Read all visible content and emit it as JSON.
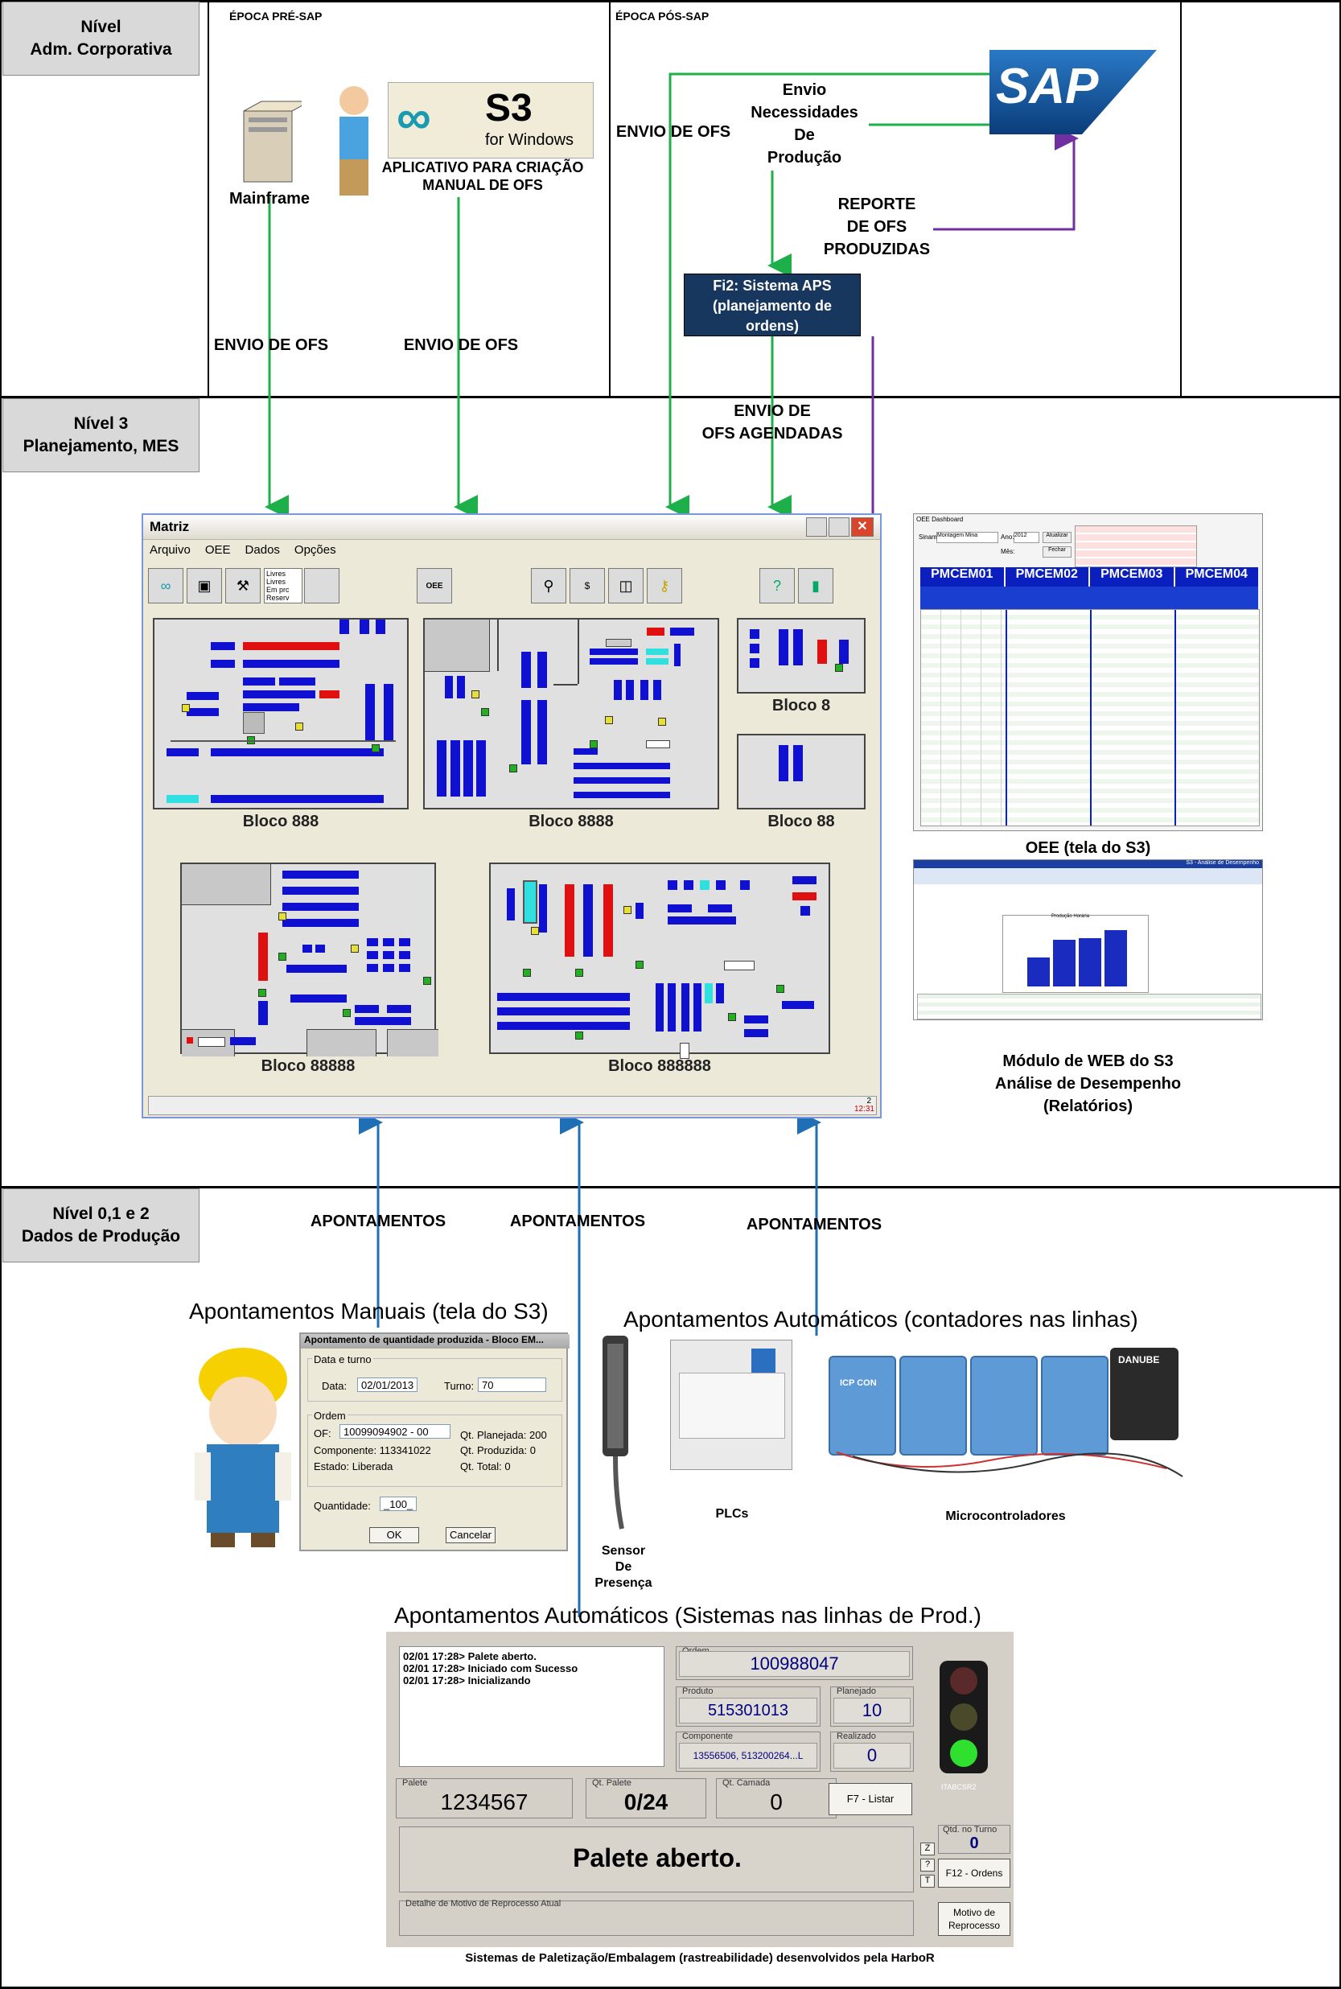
{
  "levels": {
    "corporate": "Nível\nAdm. Corporativa",
    "planning": "Nível 3\nPlanejamento, MES",
    "production": "Nível 0,1 e 2\nDados de Produção"
  },
  "eras": {
    "pre_sap": "ÉPOCA PRÉ-SAP",
    "post_sap": "ÉPOCA PÓS-SAP"
  },
  "top": {
    "mainframe": "Mainframe",
    "s3_logo": "S3",
    "s3_logo_sub": "for Windows",
    "s3_caption": "APLICATIVO PARA CRIAÇÃO\nMANUAL DE OFS",
    "sap_logo": "SAP",
    "envio_necessidades": "Envio\nNecessidades\nDe\nProdução",
    "reporte": "REPORTE\nDE OFS\nPRODUZIDAS",
    "aps": "Fi2: Sistema APS\n(planejamento de\nordens)",
    "envio_ofs_left": "ENVIO DE OFS",
    "envio_ofs_mid": "ENVIO DE OFS",
    "envio_ofs_sap": "ENVIO DE OFS",
    "envio_ofs_agendadas": "ENVIO DE\nOFS AGENDADAS"
  },
  "matriz": {
    "title": "Matriz",
    "menu": [
      "Arquivo",
      "OEE",
      "Dados",
      "Opções"
    ],
    "toolbar_oee": "OEE",
    "legend": [
      "Livres",
      "Livres",
      "Em prc",
      "Reserv"
    ],
    "blocos": [
      "Bloco 888",
      "Bloco 8888",
      "Bloco 8",
      "Bloco 88",
      "Bloco 88888",
      "Bloco 888888"
    ],
    "status_count": "2",
    "status_time": "12:31"
  },
  "oee_screen": {
    "header": "OEE Dashboard",
    "turno_label": "Sinam:",
    "turno_value": "Montagem Mina",
    "ano_label": "Ano:",
    "ano_value": "2012",
    "mes_label": "Mês:",
    "atualizar": "Atualizar",
    "fechar": "Fechar",
    "columns": [
      "PMCEM01",
      "PMCEM02",
      "PMCEM03",
      "PMCEM04"
    ],
    "caption": "OEE (tela do S3)"
  },
  "web_screen": {
    "header": "S3 - Análise de Desempenho",
    "chart_title": "Produção Horária",
    "caption": "Módulo de WEB do S3\nAnálise de Desempenho\n(Relatórios)"
  },
  "apontamentos": [
    "APONTAMENTOS",
    "APONTAMENTOS",
    "APONTAMENTOS"
  ],
  "manual": {
    "title": "Apontamentos Manuais (tela do S3)",
    "dialog_title": "Apontamento de quantidade produzida - Bloco EM...",
    "group_data": "Data e turno",
    "data_label": "Data:",
    "data_value": "02/01/2013",
    "turno_label": "Turno:",
    "turno_value": "70",
    "group_ordem": "Ordem",
    "of_label": "OF:",
    "of_value": "10099094902 - 00",
    "componente": "Componente: 113341022",
    "estado": "Estado: Liberada",
    "qt_planejada": "Qt. Planejada:  200",
    "qt_produzida": "Qt. Produzida:  0",
    "qt_total": "Qt. Total:  0",
    "quantidade_label": "Quantidade:",
    "quantidade_value": "_100_",
    "ok": "OK",
    "cancelar": "Cancelar"
  },
  "auto_counters": {
    "title": "Apontamentos Automáticos (contadores nas linhas)",
    "sensor": "Sensor\nDe\nPresença",
    "plcs": "PLCs",
    "micro": "Microcontroladores",
    "danube": "DANUBE",
    "icp": "ICP CON"
  },
  "auto_systems": {
    "title": "Apontamentos Automáticos (Sistemas nas linhas de Prod.)",
    "log": [
      "02/01 17:28> Palete aberto.",
      "02/01 17:28> Iniciado com Sucesso",
      "02/01 17:28> Inicializando"
    ],
    "ordem_label": "Ordem",
    "ordem_value": "100988047",
    "produto_label": "Produto",
    "produto_value": "515301013",
    "planejado_label": "Planejado",
    "planejado_value": "10",
    "componente_label": "Componente",
    "componente_value": "13556506, 513200264...L",
    "realizado_label": "Realizado",
    "realizado_value": "0",
    "palete_label": "Palete",
    "palete_value": "1234567",
    "qt_palete_label": "Qt. Palete",
    "qt_palete_value": "0/24",
    "qt_camada_label": "Qt. Camada",
    "qt_camada_value": "0",
    "f7": "F7 - Listar",
    "status": "Palete aberto.",
    "qtd_turno_label": "Qtd. no Turno",
    "qtd_turno_value": "0",
    "f12": "F12 - Ordens",
    "side_keys": [
      "Z",
      "?",
      "T"
    ],
    "detalhe_label": "Detalhe de Motivo de Reprocesso Atual",
    "motivo": "Motivo de\nReprocesso",
    "traffic_label": "ITABCSR2",
    "caption": "Sistemas de Paletização/Embalagem (rastreabilidade) desenvolvidos pela HarboR"
  },
  "colors": {
    "green_arrow": "#1db04a",
    "purple_arrow": "#7030a0",
    "blue_arrow": "#1f6fb7",
    "aps_bg": "#17375e"
  }
}
